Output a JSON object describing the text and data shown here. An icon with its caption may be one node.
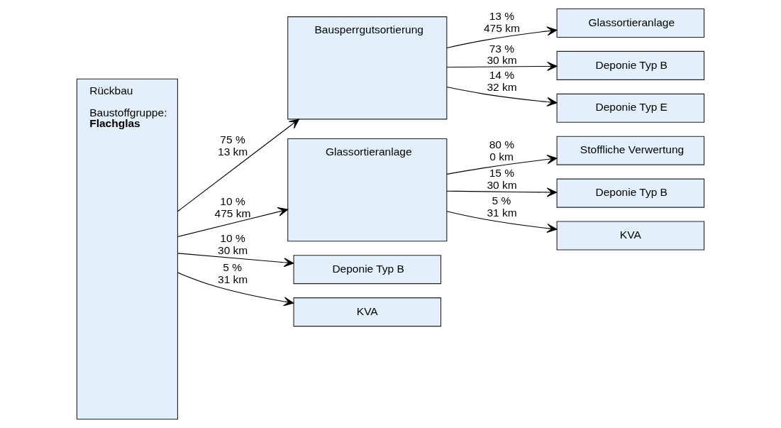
{
  "diagram": {
    "nodes": [
      {
        "text": [
          "Rückbau",
          "Baustoffgruppe: **Flachglas**"
        ]
      },
      {
        "text": [
          "Bausperrgutsortierung"
        ]
      },
      {
        "text": [
          "Glassortieranlage"
        ]
      },
      {
        "text": [
          "Deponie Typ B"
        ]
      },
      {
        "text": [
          "Deponie Typ E"
        ]
      },
      {
        "text": [
          "Glassortieranlage"
        ]
      },
      {
        "text": [
          "Stoffliche Verwertung"
        ]
      },
      {
        "text": [
          "Deponie Typ B"
        ]
      },
      {
        "text": [
          "KVA"
        ]
      },
      {
        "text": [
          "Deponie Typ B"
        ]
      },
      {
        "text": [
          "KVA"
        ]
      }
    ],
    "edges": [
      {
        "from": 0,
        "to": 1,
        "arrow": "to",
        "label": [
          "75 %",
          "13 km"
        ]
      },
      {
        "from": 1,
        "to": 2,
        "arrow": "to",
        "label": [
          "13 %",
          "475 km"
        ]
      },
      {
        "from": 1,
        "to": 3,
        "arrow": "to",
        "label": [
          "73 %",
          "30 km"
        ]
      },
      {
        "from": 1,
        "to": 4,
        "arrow": "to",
        "label": [
          "14 %",
          "32 km"
        ]
      },
      {
        "from": 0,
        "to": 5,
        "arrow": "to",
        "label": [
          "10 %",
          "475 km"
        ]
      },
      {
        "from": 5,
        "to": 6,
        "arrow": "to",
        "label": [
          "80 %",
          "0 km"
        ]
      },
      {
        "from": 5,
        "to": 7,
        "arrow": "to",
        "label": [
          "15 %",
          "30 km"
        ]
      },
      {
        "from": 5,
        "to": 8,
        "arrow": "to",
        "label": [
          "5 %",
          "31 km"
        ]
      },
      {
        "from": 0,
        "to": 9,
        "arrow": "to",
        "label": [
          "10 %",
          "30 km"
        ]
      },
      {
        "from": 0,
        "to": 10,
        "arrow": "to",
        "label": [
          "5 %",
          "31 km"
        ]
      }
    ]
  }
}
